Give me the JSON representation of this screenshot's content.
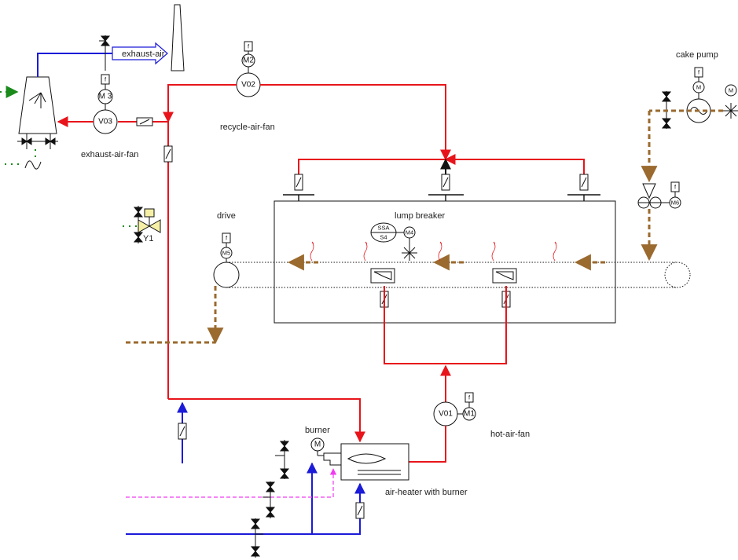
{
  "colors": {
    "hot_air": "#e8141b",
    "fresh_air": "#1b1bd8",
    "product": "#9a6a2e",
    "gas": "#f03cf0",
    "signal": "#1a8a1a",
    "equipment": "#111111",
    "valve_fill": "#f5f0a6"
  },
  "labels": {
    "exhaust_air": "exhaust-air",
    "exhaust_air_fan": "exhaust-air-fan",
    "recycle_air_fan": "recycle-air-fan",
    "cake_pump": "cake pump",
    "drive": "drive",
    "lump_breaker": "lump breaker",
    "burner": "burner",
    "hot_air_fan": "hot-air-fan",
    "air_heater": "air-heater with burner"
  },
  "tags": {
    "m3": "M 3",
    "m2": "M2",
    "v03": "V03",
    "v02": "V02",
    "y1": "Y1",
    "m5": "M5",
    "ssa": "SSA",
    "s4": "S4",
    "m4": "M4",
    "m": "M",
    "m6": "M6",
    "v01": "V01",
    "m1": "M1",
    "burner_m": "M"
  }
}
